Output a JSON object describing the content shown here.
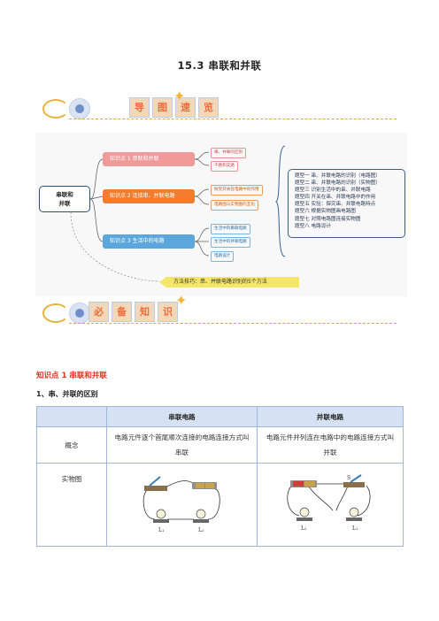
{
  "doc_title": "15.3    串联和并联",
  "banner1": {
    "chars": [
      "导",
      "图",
      "速",
      "览"
    ]
  },
  "banner2": {
    "chars": [
      "必",
      "备",
      "知",
      "识"
    ]
  },
  "mindmap": {
    "root": [
      "串联和",
      "并联"
    ],
    "points": [
      {
        "label": "知识点 1  串联和并联",
        "subs": [
          "串、并联的区别",
          "干路和支路"
        ]
      },
      {
        "label": "知识点 2  连接串、并联电路",
        "subs": [
          "探究开关在电路中的作用",
          "电路图与实物图的互化"
        ]
      },
      {
        "label": "知识点 3  生活中的电路",
        "subs": [
          "生活中的串联电路",
          "生活中的并联电路",
          "电路设计"
        ]
      }
    ],
    "question_types": [
      "题型一  串、并联电路的识别（电路图）",
      "题型二  串、并联电路的识别（实物图）",
      "题型三  识别生活中的串、并联电路",
      "题型四  开关在串、并联电路中的作用",
      "题型五  实验：探究串、并联电路特点",
      "题型六  根据实物图画电路图",
      "题型七  对照电路图连接实物图",
      "题型八  电路设计"
    ],
    "tip": "方法技巧：串、并联电路识别的5个方法"
  },
  "section": {
    "heading": "知识点 1  串联和并联",
    "subheading": "1、串、并联的区别"
  },
  "table": {
    "headers": [
      "",
      "串联电路",
      "并联电路"
    ],
    "rows": [
      {
        "label": "概念",
        "series": "电路元件逐个首尾顺次连接的电路连接方式叫串联",
        "parallel": "电路元件并列连在电路中的电路连接方式叫并联"
      },
      {
        "label": "实物图",
        "series_labels": [
          "L₁",
          "L₂"
        ],
        "parallel_labels": [
          "S",
          "L₂",
          "L₁"
        ]
      }
    ]
  },
  "colors": {
    "kp1": "#f09a9a",
    "kp2": "#f47c2f",
    "kp3": "#5ba7dd",
    "heading_red": "#e0301e",
    "tip_yellow": "#f5e66a"
  }
}
